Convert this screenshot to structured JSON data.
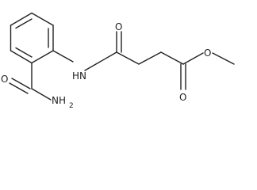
{
  "molecule": {
    "atoms": {
      "carbonyl_oxygen_amide_side": "O",
      "nh_linker": "HN",
      "ester_carbonyl_oxygen": "O",
      "ester_ether_oxygen": "O",
      "primary_amide_oxygen": "O",
      "primary_amide_nitrogen": "NH",
      "primary_amide_subscript": "2"
    }
  }
}
